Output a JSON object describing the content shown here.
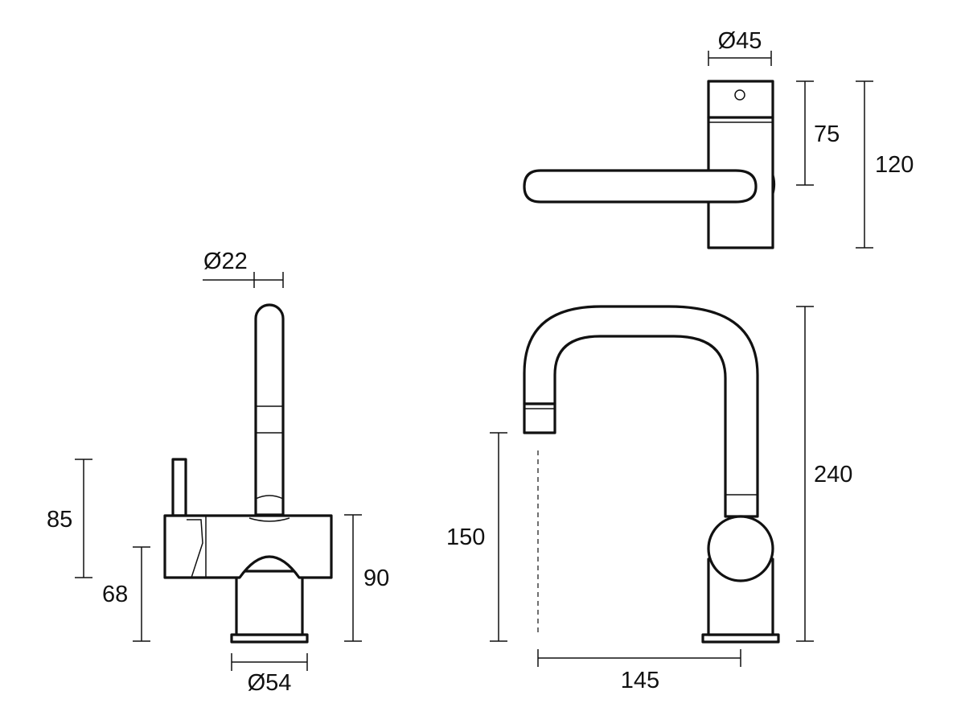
{
  "dimensions": {
    "top_view": {
      "handle_diameter": "Ø45",
      "body_depth": "75",
      "overall_depth": "120"
    },
    "side_view": {
      "spout_diameter": "Ø22",
      "lever_height": "85",
      "body_height": "68",
      "total_body_height": "90",
      "base_diameter": "Ø54"
    },
    "front_view": {
      "spout_clearance": "150",
      "overall_height": "240",
      "spout_reach": "145"
    }
  },
  "colors": {
    "line": "#111111",
    "background": "#ffffff"
  }
}
